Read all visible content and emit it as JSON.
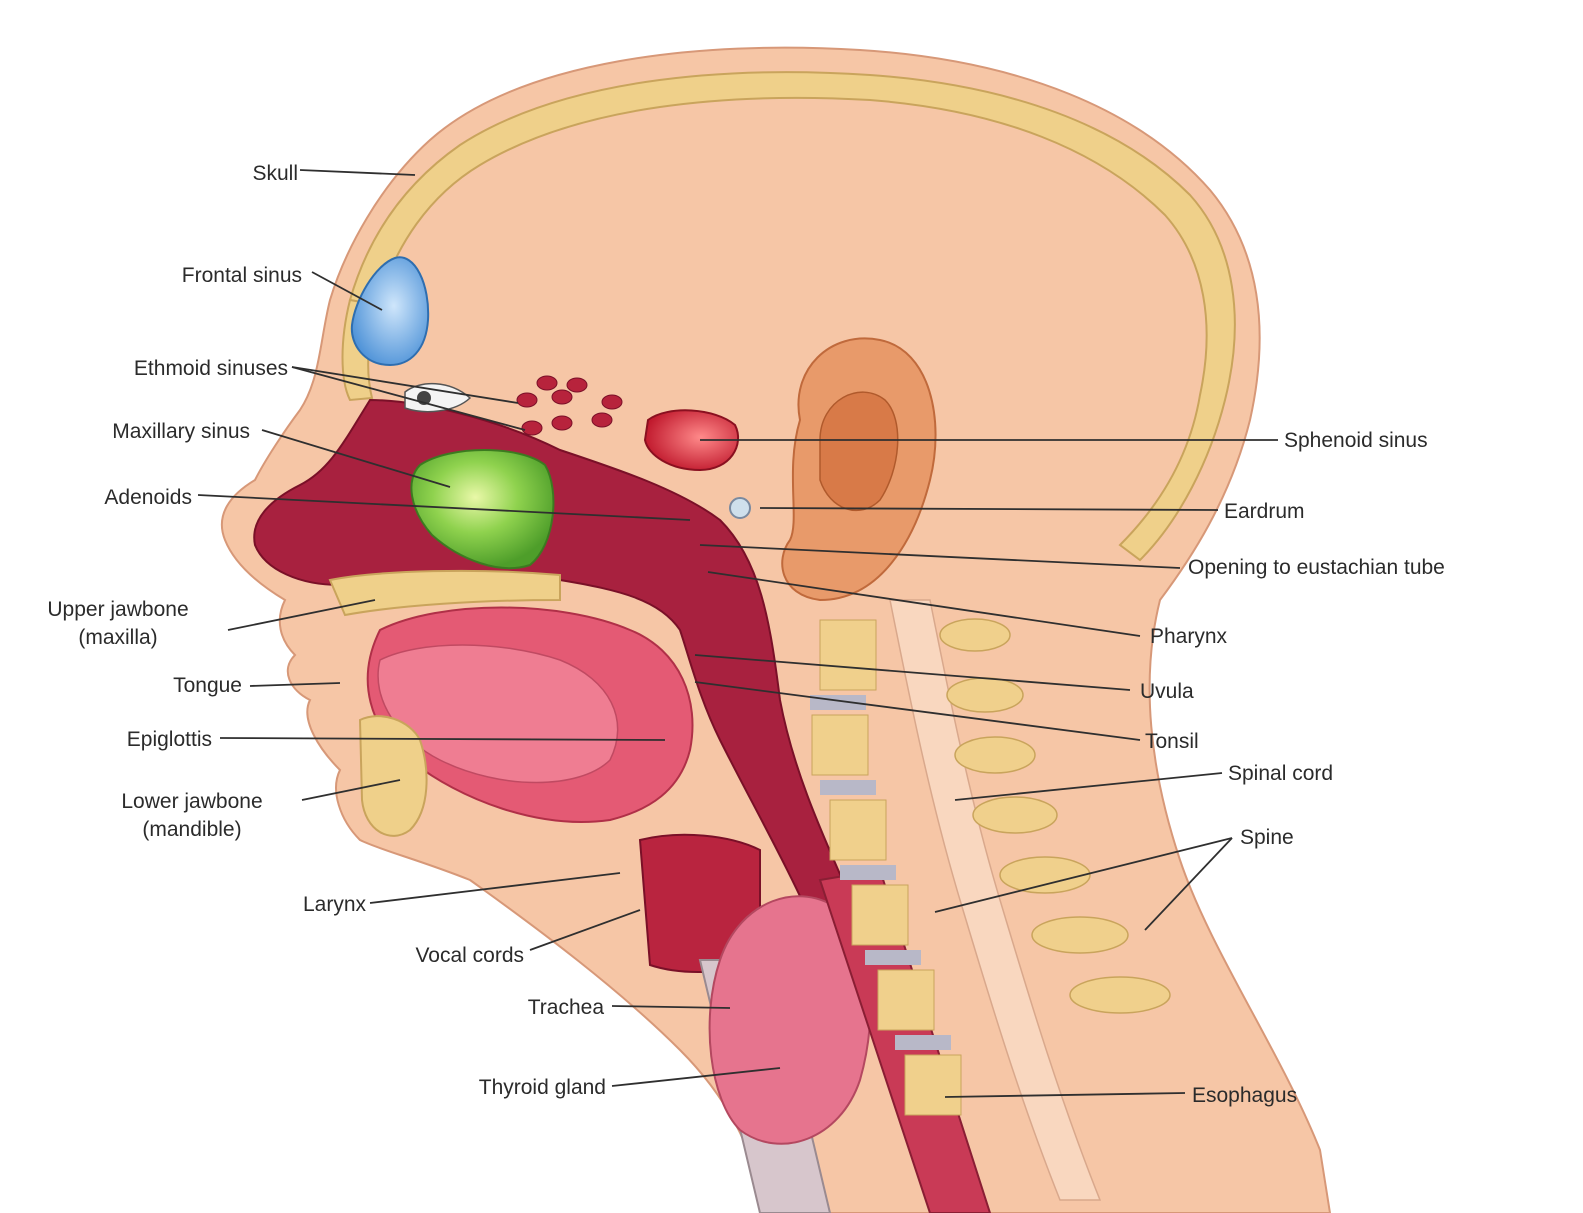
{
  "labels": {
    "skull": "Skull",
    "frontal_sinus": "Frontal sinus",
    "ethmoid_sinuses": "Ethmoid sinuses",
    "maxillary_sinus": "Maxillary sinus",
    "adenoids": "Adenoids",
    "upper_jawbone_line1": "Upper jawbone",
    "upper_jawbone_line2": "(maxilla)",
    "tongue": "Tongue",
    "epiglottis": "Epiglottis",
    "lower_jawbone_line1": "Lower jawbone",
    "lower_jawbone_line2": "(mandible)",
    "larynx": "Larynx",
    "vocal_cords": "Vocal cords",
    "trachea": "Trachea",
    "thyroid_gland": "Thyroid gland",
    "sphenoid_sinus": "Sphenoid sinus",
    "eardrum": "Eardrum",
    "eustachian_opening": "Opening to eustachian tube",
    "pharynx": "Pharynx",
    "uvula": "Uvula",
    "tonsil": "Tonsil",
    "spinal_cord": "Spinal cord",
    "spine": "Spine",
    "esophagus": "Esophagus"
  },
  "colors": {
    "skin": "#f6c6a6",
    "skull_bone": "#efd08a",
    "frontal_sinus": "#6aaee8",
    "maxillary_sinus": "#7ccf46",
    "sphenoid_sinus": "#d8283a",
    "airway": "#a8213f",
    "oral_cavity": "#e45a74",
    "thyroid": "#e6748e",
    "vertebra": "#f0d08c",
    "disc": "#b8b8c8",
    "ear": "#e89a6a"
  }
}
